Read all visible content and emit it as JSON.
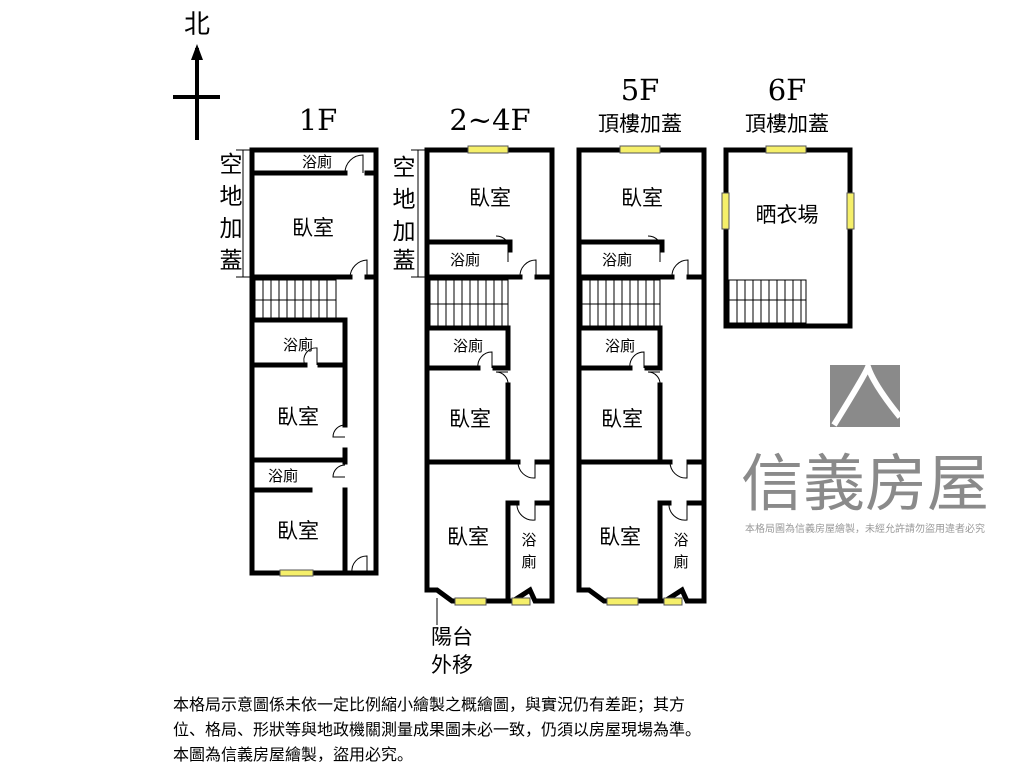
{
  "compass": {
    "north": "北"
  },
  "floors": {
    "f1": {
      "title": "1F",
      "side_label": [
        "空",
        "地",
        "加",
        "蓋"
      ],
      "rooms": [
        "浴廁",
        "臥室",
        "浴廁",
        "臥室",
        "浴廁",
        "臥室"
      ]
    },
    "f2": {
      "title": "2~4F",
      "side_label": [
        "空",
        "地",
        "加",
        "蓋"
      ],
      "rooms": [
        "臥室",
        "浴廁",
        "浴廁",
        "臥室",
        "臥室",
        "浴",
        "廁"
      ],
      "balcony": [
        "陽台",
        "外移"
      ]
    },
    "f5": {
      "title": "5F",
      "subtitle": "頂樓加蓋",
      "rooms": [
        "臥室",
        "浴廁",
        "浴廁",
        "臥室",
        "臥室",
        "浴",
        "廁"
      ]
    },
    "f6": {
      "title": "6F",
      "subtitle": "頂樓加蓋",
      "rooms": [
        "晒衣場"
      ]
    }
  },
  "watermark": {
    "brand": "信義房屋",
    "notice": "本格局圖為信義房屋繪製，未經允許請勿盜用違者必究"
  },
  "disclaimer": [
    "本格局示意圖係未依一定比例縮小繪製之概繪圖，與實況仍有差距；其方",
    "位、格局、形狀等與地政機關測量成果圖未必一致，仍須以房屋現場為準。",
    "本圖為信義房屋繪製，盜用必究。"
  ],
  "colors": {
    "window": "#f5ef6a",
    "watermark": "#8a8a8a"
  }
}
